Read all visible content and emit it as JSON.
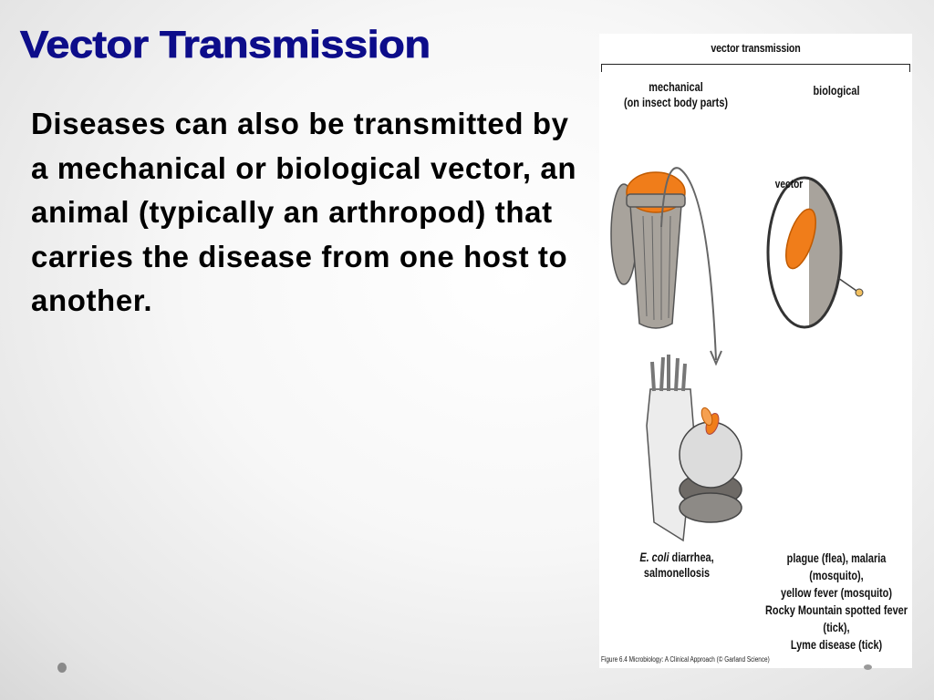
{
  "slide": {
    "title": "Vector Transmission",
    "body": "Diseases can also be transmitted by a mechanical or biological vector, an animal (typically an arthropod) that carries the disease from one host to another."
  },
  "figure": {
    "title": "vector transmission",
    "mechanical_label_line1": "mechanical",
    "mechanical_label_line2": "(on insect body parts)",
    "biological_label": "biological",
    "vector_label": "vector",
    "mechanical_diseases_line1_italic": "E. coli",
    "mechanical_diseases_line1_rest": " diarrhea,",
    "mechanical_diseases_line2": "salmonellosis",
    "biological_diseases": [
      "plague (flea), malaria (mosquito),",
      "yellow fever (mosquito)",
      "Rocky Mountain spotted fever (tick),",
      "Lyme disease (tick)"
    ],
    "caption": "Figure 6.4  Microbiology: A Clinical Approach (© Garland Science)",
    "colors": {
      "orange": "#f07d1a",
      "gray": "#a8a39c",
      "dark_gray": "#555555"
    }
  },
  "theme": {
    "title_color": "#0d0d8a",
    "body_color": "#000000"
  }
}
